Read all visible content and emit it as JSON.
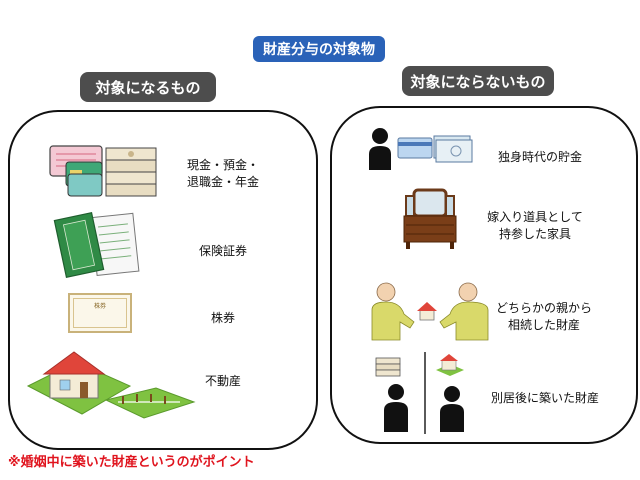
{
  "title": "財産分与の対象物",
  "left": {
    "header": "対象になるもの",
    "items": [
      {
        "icon": "money-icon",
        "label_lines": [
          "現金・預金・",
          "退職金・年金"
        ]
      },
      {
        "icon": "insurance-document-icon",
        "label_lines": [
          "保険証券"
        ]
      },
      {
        "icon": "stock-certificate-icon",
        "label_lines": [
          "株券"
        ]
      },
      {
        "icon": "house-land-icon",
        "label_lines": [
          "不動産"
        ]
      }
    ]
  },
  "right": {
    "header": "対象にならないもの",
    "items": [
      {
        "icon": "person-savings-icon",
        "label_lines": [
          "独身時代の貯金"
        ]
      },
      {
        "icon": "dresser-icon",
        "label_lines": [
          "嫁入り道具として",
          "持参した家具"
        ]
      },
      {
        "icon": "inheritance-icon",
        "label_lines": [
          "どちらかの親から",
          "相続した財産"
        ]
      },
      {
        "icon": "separation-assets-icon",
        "label_lines": [
          "別居後に築いた財産"
        ]
      }
    ]
  },
  "note": "※婚姻中に築いた財産というのがポイント",
  "certificate_heading": "株券",
  "colors": {
    "title_bg": "#2a62b8",
    "header_bg": "#4d4d4d",
    "note": "#e0141e",
    "grass": "#7fc241",
    "roof": "#e0453a"
  }
}
